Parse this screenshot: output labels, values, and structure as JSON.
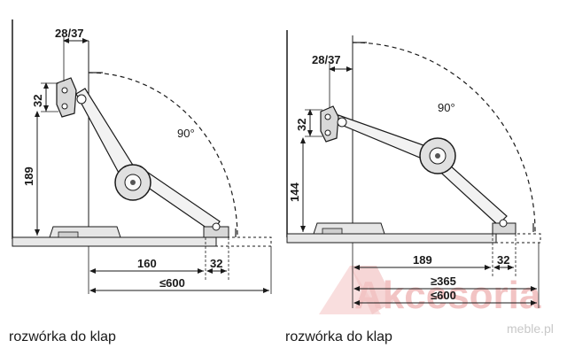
{
  "left_diagram": {
    "dim_top": "28/37",
    "dim_bracket": "32",
    "dim_height": "189",
    "angle": "90°",
    "dim_mid": "160",
    "dim_small": "32",
    "dim_total": "≤600"
  },
  "right_diagram": {
    "dim_top": "28/37",
    "dim_bracket": "32",
    "dim_height": "144",
    "angle": "90°",
    "dim_mid": "189",
    "dim_small": "32",
    "dim_min": "≥365",
    "dim_total": "≤600"
  },
  "captions": {
    "left": "rozwórka do klap",
    "right": "rozwórka do klap"
  },
  "watermark": {
    "brand": "Akcesoria",
    "sub": "meble.pl",
    "color": "#e3403a"
  }
}
